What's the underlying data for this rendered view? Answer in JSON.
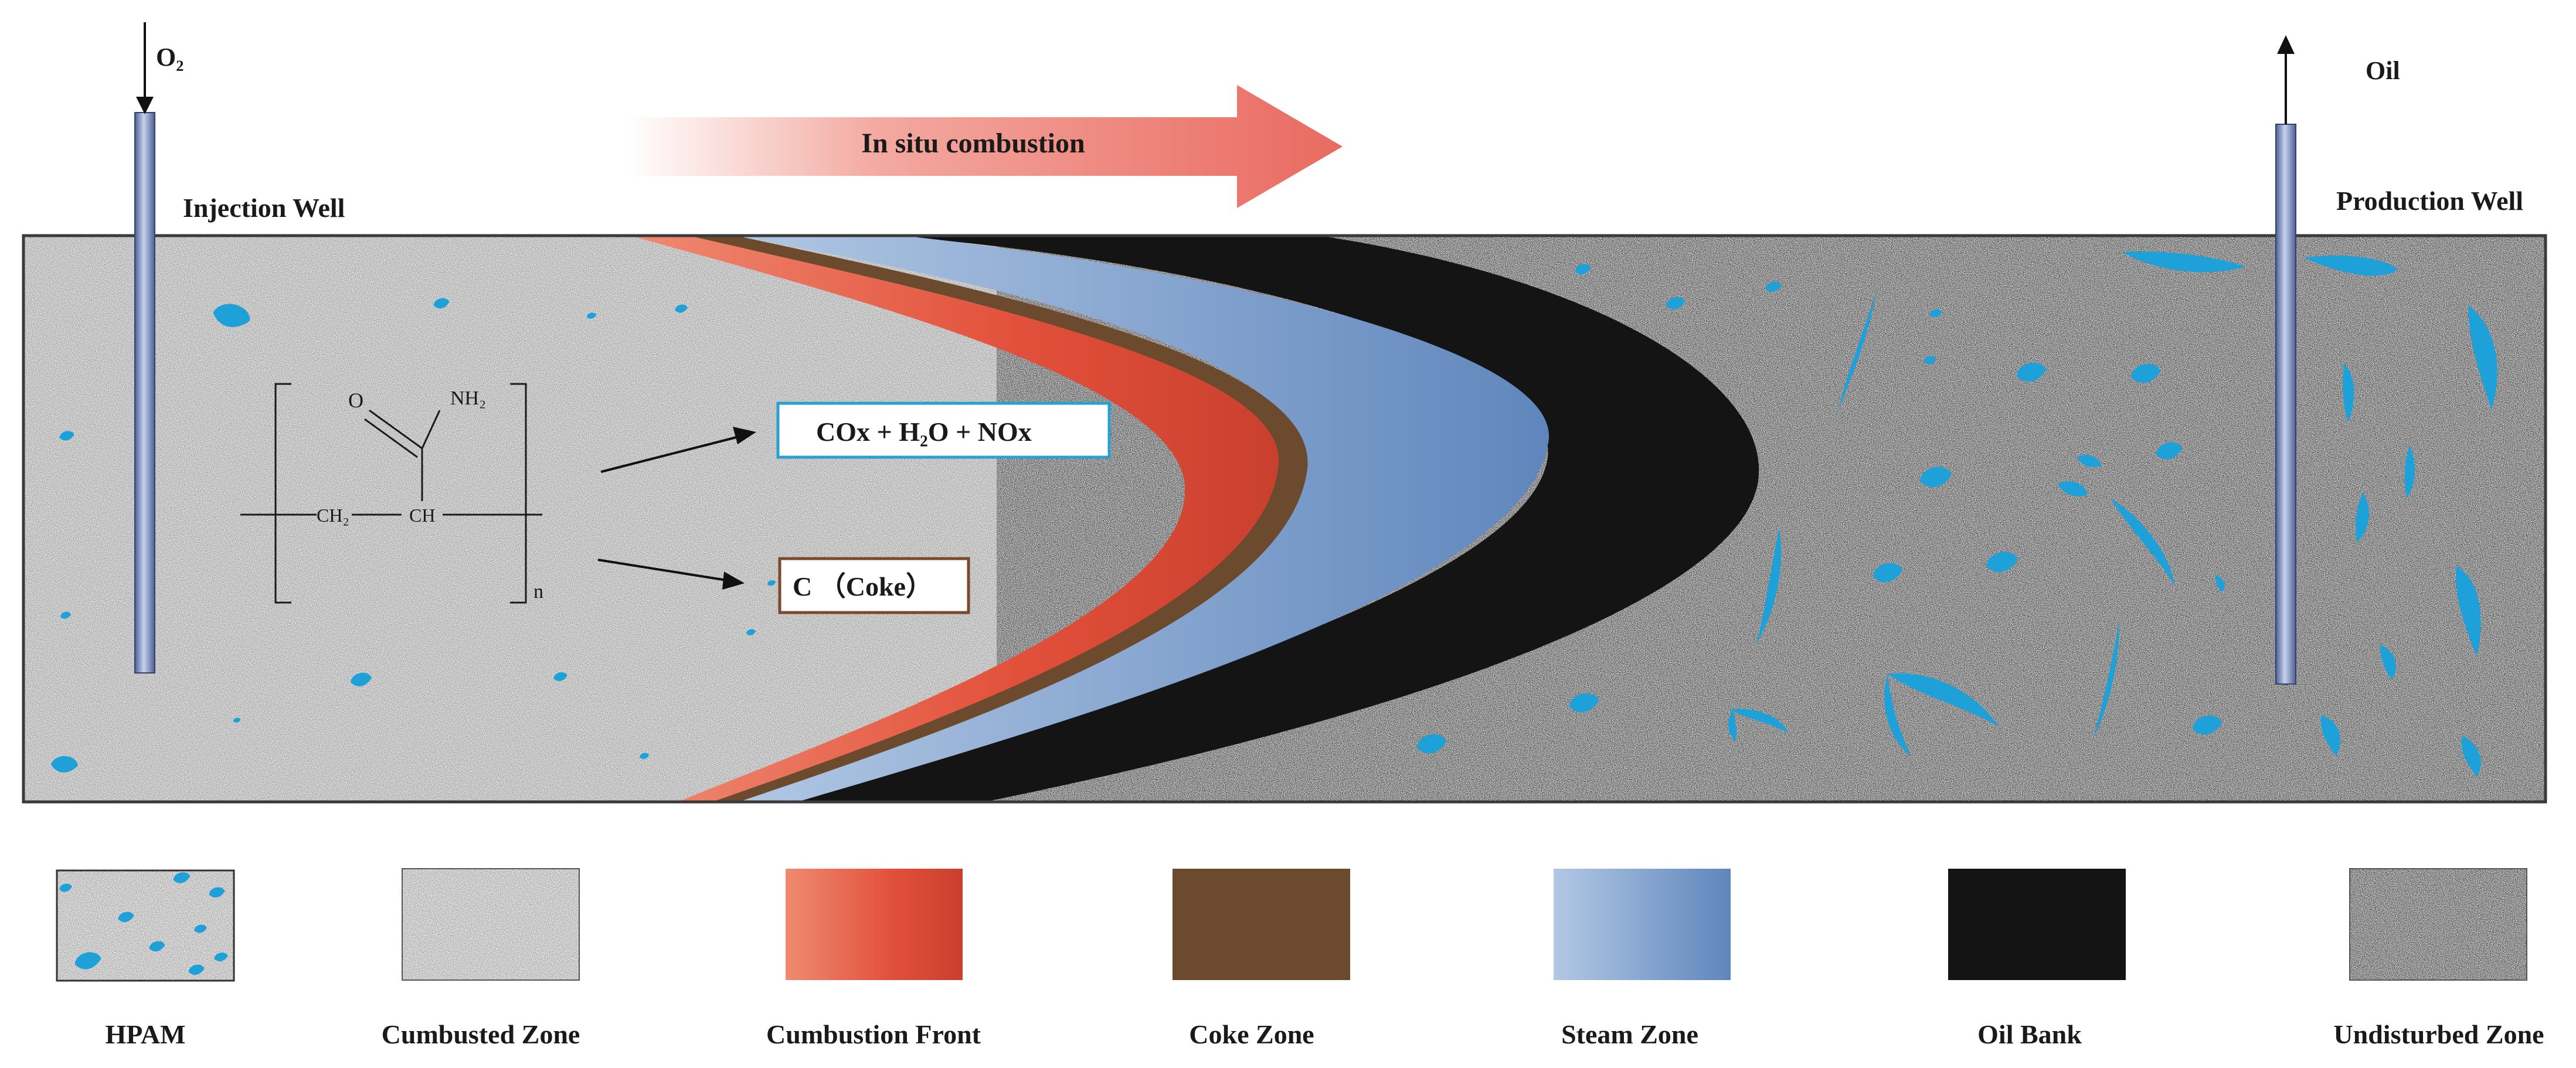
{
  "title": "",
  "labels": {
    "o2": "O₂",
    "oil": "Oil",
    "injection_well": "Injection Well",
    "production_well": "Production Well",
    "combustion_arrow": "In situ combustion",
    "products_gas": "COx  +  H₂O  + NOx",
    "products_coke": "C （Coke）",
    "monomer_o": "O",
    "monomer_nh2": "NH₂",
    "monomer_ch2": "CH₂",
    "monomer_ch": "CH",
    "monomer_n": "n"
  },
  "legend": [
    {
      "id": "hpam",
      "label": "HPAM"
    },
    {
      "id": "cumbusted",
      "label": "Cumbusted Zone"
    },
    {
      "id": "front",
      "label": "Cumbustion Front"
    },
    {
      "id": "coke",
      "label": "Coke Zone"
    },
    {
      "id": "steam",
      "label": "Steam Zone"
    },
    {
      "id": "oilbank",
      "label": "Oil Bank"
    },
    {
      "id": "undisturbed",
      "label": "Undisturbed Zone"
    }
  ],
  "colors": {
    "oil_droplet": "#1ea0d8",
    "combustion_front_light": "#f08a72",
    "combustion_front_dark": "#d84030",
    "coke_zone": "#6b4a2e",
    "steam_light": "#a8c2e0",
    "steam_dark": "#5f86bc",
    "oil_bank": "#141414",
    "well_pipe": "#7a8cc0",
    "gas_box_border": "#2aa0d0",
    "coke_box_border": "#7a4a2a"
  }
}
